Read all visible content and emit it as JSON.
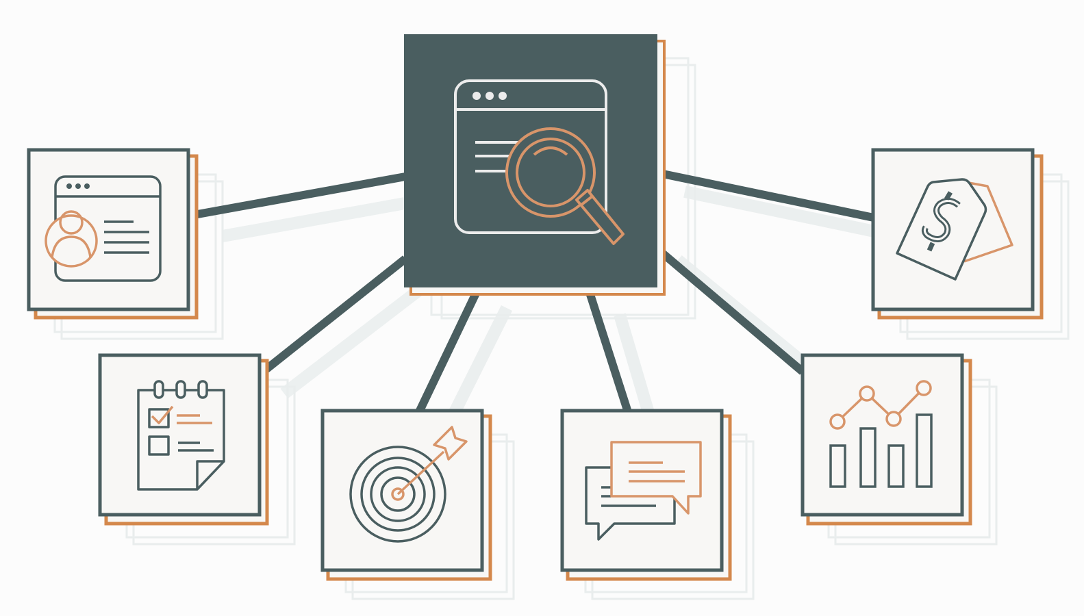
{
  "colors": {
    "background": "#fcfcfc",
    "slate": "#4a5e60",
    "orange": "#d4884c",
    "icon_orange": "#d8956a",
    "card_fill": "#f8f7f5",
    "shadow": "#e9eded",
    "center_fill": "#4a5e60",
    "center_line": "#ececec"
  },
  "diagram": {
    "hub": {
      "name": "hub-card",
      "icon": "browser-search-icon"
    },
    "nodes": [
      {
        "name": "node-profile",
        "icon": "user-profile-icon"
      },
      {
        "name": "node-checklist",
        "icon": "checklist-calendar-icon"
      },
      {
        "name": "node-target",
        "icon": "target-arrow-icon"
      },
      {
        "name": "node-chat",
        "icon": "chat-bubbles-icon"
      },
      {
        "name": "node-analytics",
        "icon": "bar-line-chart-icon"
      },
      {
        "name": "node-pricing",
        "icon": "price-tag-icon"
      }
    ]
  }
}
